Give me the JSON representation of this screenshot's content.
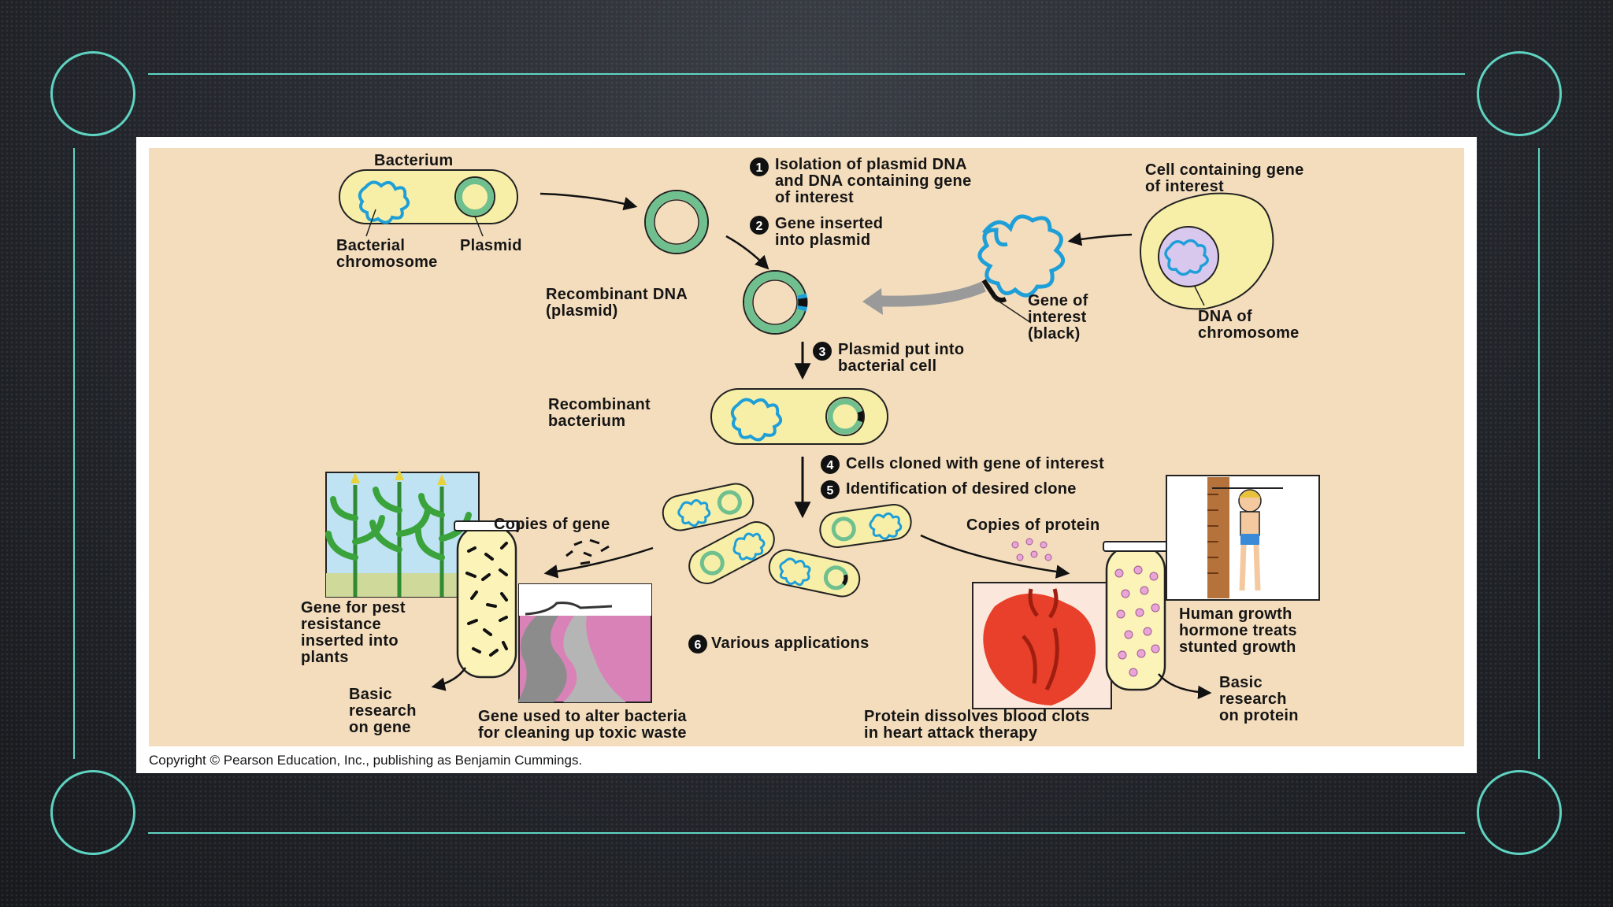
{
  "diagram": {
    "labels": {
      "bacterium": "Bacterium",
      "bacterial_chromosome": "Bacterial\nchromosome",
      "plasmid": "Plasmid",
      "step1": "Isolation of plasmid DNA\nand DNA containing gene\nof interest",
      "step2": "Gene inserted\ninto plasmid",
      "cell_with_gene": "Cell containing gene\nof interest",
      "recombinant_dna": "Recombinant DNA\n(plasmid)",
      "gene_of_interest": "Gene of\ninterest\n(black)",
      "dna_of_chromosome": "DNA of\nchromosome",
      "step3": "Plasmid put into\nbacterial cell",
      "recombinant_bacterium": "Recombinant\nbacterium",
      "step4": "Cells cloned with gene of interest",
      "step5": "Identification of desired clone",
      "copies_of_gene": "Copies of gene",
      "copies_of_protein": "Copies of protein",
      "gene_pest_resistance": "Gene for pest\nresistance\ninserted into\nplants",
      "step6": "Various applications",
      "human_growth_hormone": "Human growth\nhormone treats\nstunted growth",
      "basic_research_gene": "Basic\nresearch\non gene",
      "gene_toxic_waste": "Gene used to alter bacteria\nfor cleaning up toxic waste",
      "protein_blood_clots": "Protein dissolves blood clots\nin heart attack therapy",
      "basic_research_protein": "Basic\nresearch\non protein"
    },
    "step_numbers": [
      "1",
      "2",
      "3",
      "4",
      "5",
      "6"
    ],
    "copyright": "Copyright © Pearson Education, Inc., publishing as Benjamin Cummings."
  },
  "colors": {
    "frame_accent": "#5fd3c2",
    "panel_background": "#f4ddbd",
    "cell_fill": "#f7efa8",
    "plasmid_green": "#6fc08e",
    "dna_blue": "#1e9fd8",
    "heart_red": "#e8402a",
    "arrow_gray": "#9a9a9a"
  }
}
